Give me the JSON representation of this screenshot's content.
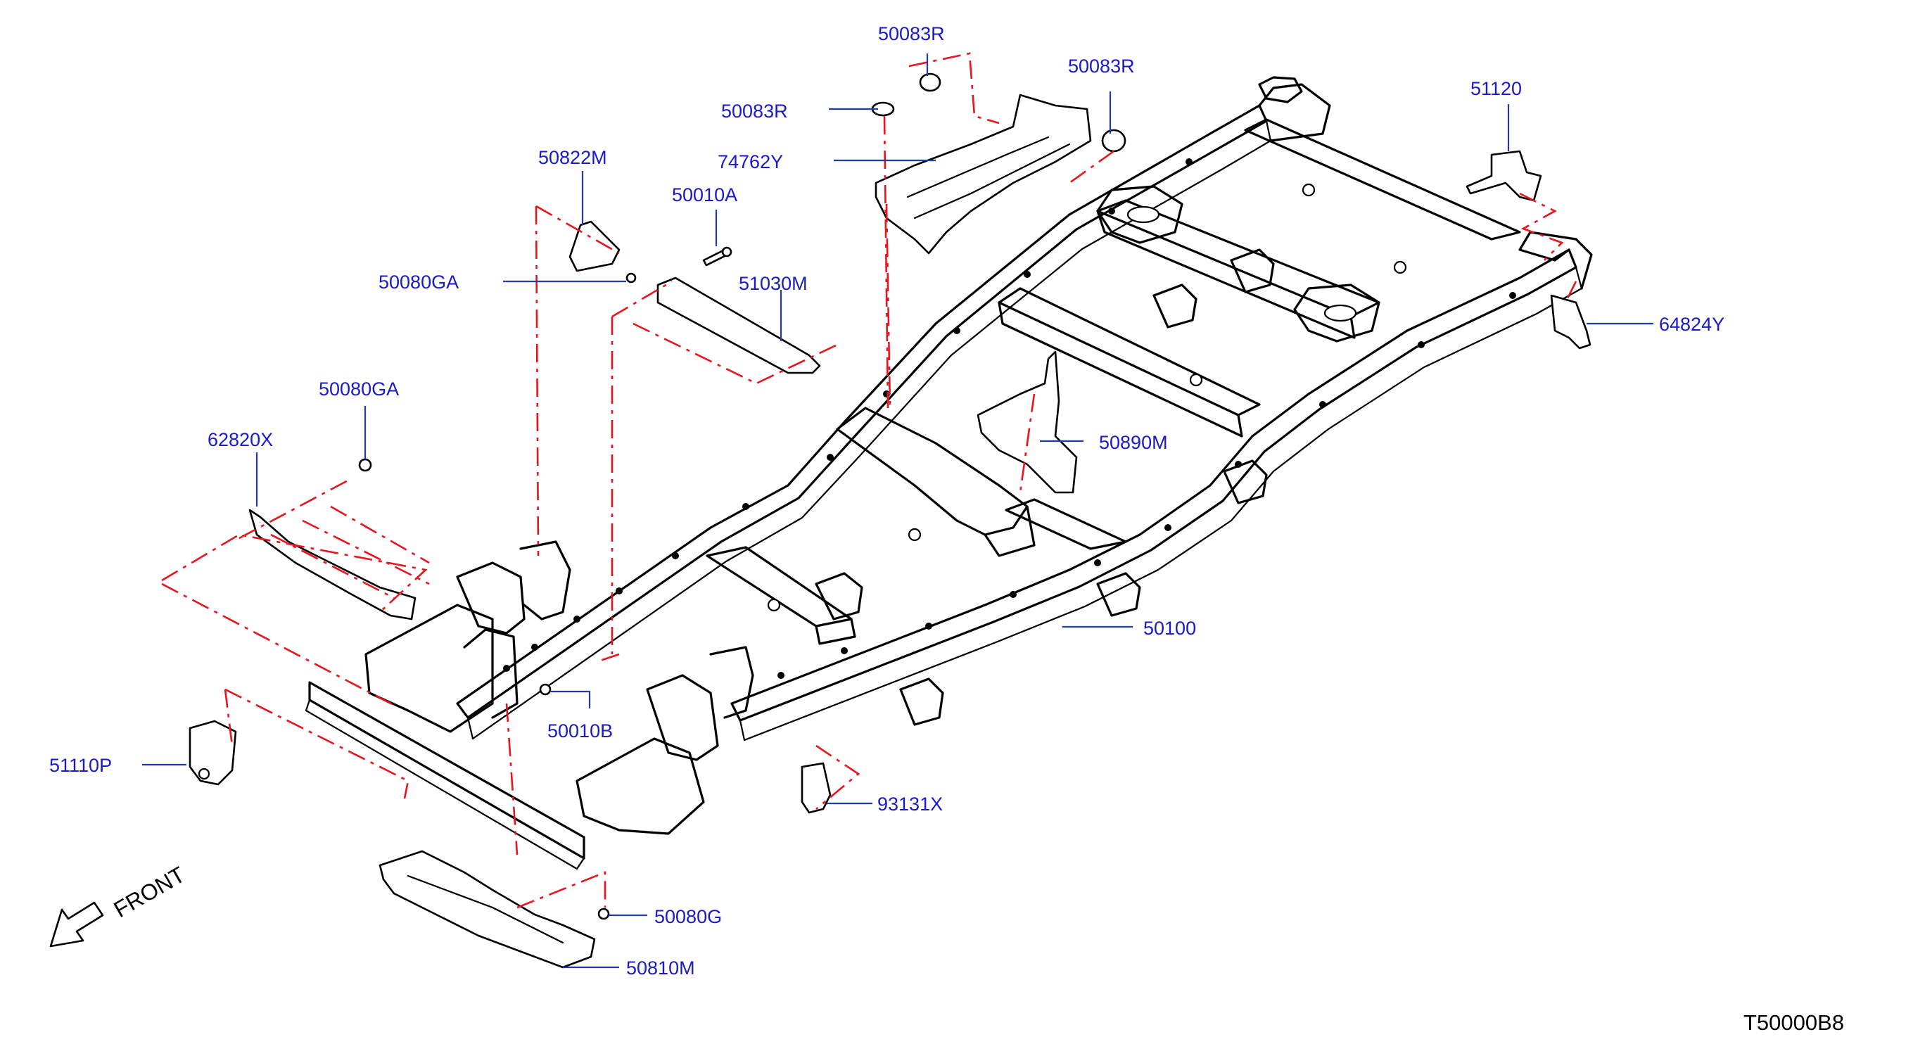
{
  "colors": {
    "callout": "#1a1ac8",
    "leader": "#1f3ca8",
    "dash": "#e8141e",
    "linework": "#000000"
  },
  "diagram_code": "T50000B8",
  "front_label": "FRONT",
  "parts": {
    "p50083R_top": "50083R",
    "p50083R_left": "50083R",
    "p50083R_right": "50083R",
    "p74762Y": "74762Y",
    "p50822M": "50822M",
    "p50010A": "50010A",
    "p51030M": "51030M",
    "p50080GA_upper": "50080GA",
    "p50080GA_lower": "50080GA",
    "p62820X": "62820X",
    "p51120": "51120",
    "p64824Y": "64824Y",
    "p50890M": "50890M",
    "p50100": "50100",
    "p50010B": "50010B",
    "p51110P": "51110P",
    "p93131X": "93131X",
    "p50080G": "50080G",
    "p50810M": "50810M"
  }
}
